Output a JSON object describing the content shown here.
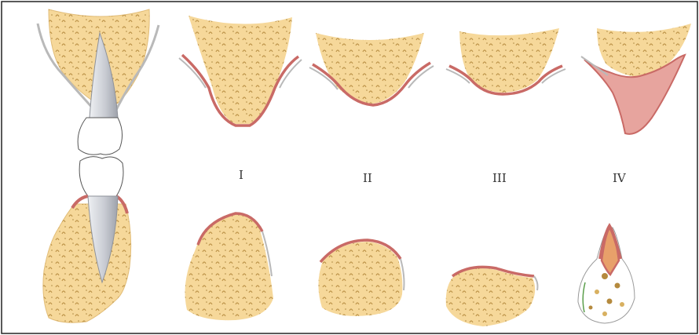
{
  "classes": [
    {
      "label": "I"
    },
    {
      "label": "II"
    },
    {
      "label": "III"
    },
    {
      "label": "IV"
    }
  ],
  "colors": {
    "bone": "#f6d89a",
    "bone_edge": "#e6c27a",
    "gingiva": "#c96a66",
    "gingiva_light": "#e7a49e",
    "mucosa_line": "#b9b9b9",
    "trabecula": "#b58a3e",
    "tooth": "#d7d9de",
    "tooth_dark": "#9ea2ab",
    "crown": "#ffffff",
    "frame": "#222222"
  }
}
